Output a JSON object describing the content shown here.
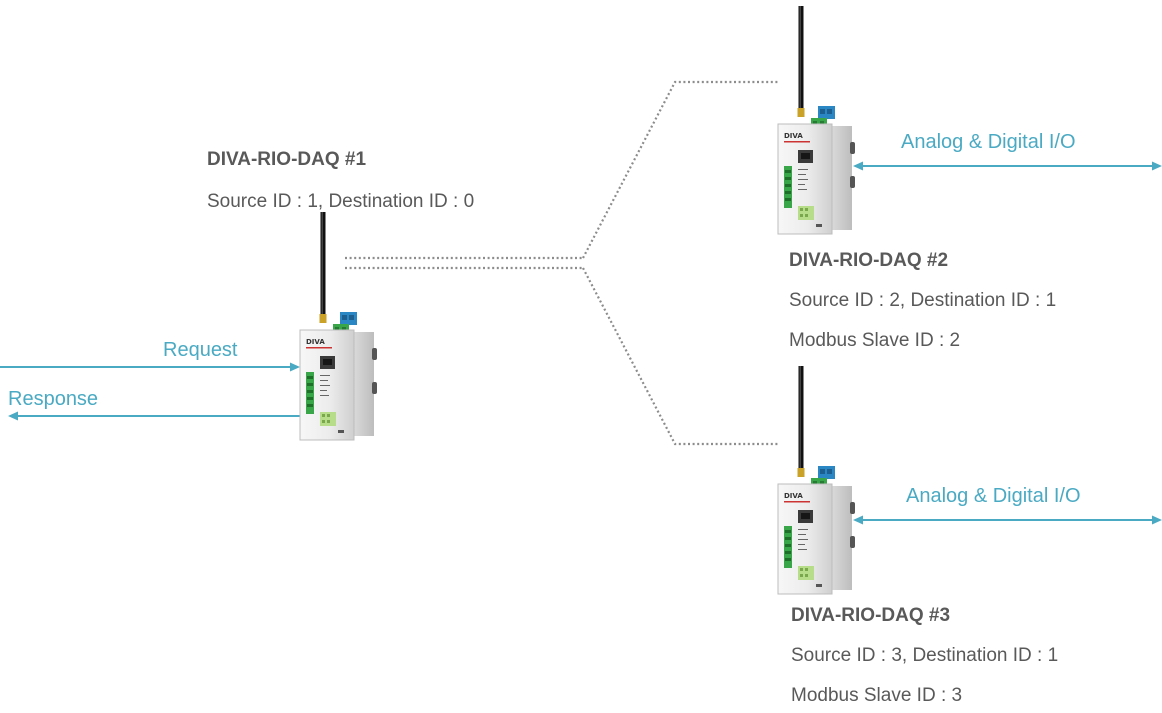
{
  "devices": [
    {
      "name": "DIVA-RIO-DAQ #1",
      "ids": "Source ID : 1, Destination ID : 0",
      "slave": ""
    },
    {
      "name": "DIVA-RIO-DAQ #2",
      "ids": "Source ID : 2, Destination ID : 1",
      "slave": "Modbus Slave ID : 2",
      "io_label": "Analog & Digital I/O"
    },
    {
      "name": "DIVA-RIO-DAQ #3",
      "ids": "Source ID : 3, Destination ID : 1",
      "slave": "Modbus Slave ID : 3",
      "io_label": "Analog & Digital I/O"
    }
  ],
  "master": {
    "request_label": "Request",
    "response_label": "Response"
  },
  "device_logo_text": "DIVA",
  "colors": {
    "arrow": "#4aaac3",
    "label_text": "#595959",
    "link_dots": "#8c8c8c",
    "terminal_green": "#3aa64a",
    "terminal_blue": "#2b86c4"
  }
}
